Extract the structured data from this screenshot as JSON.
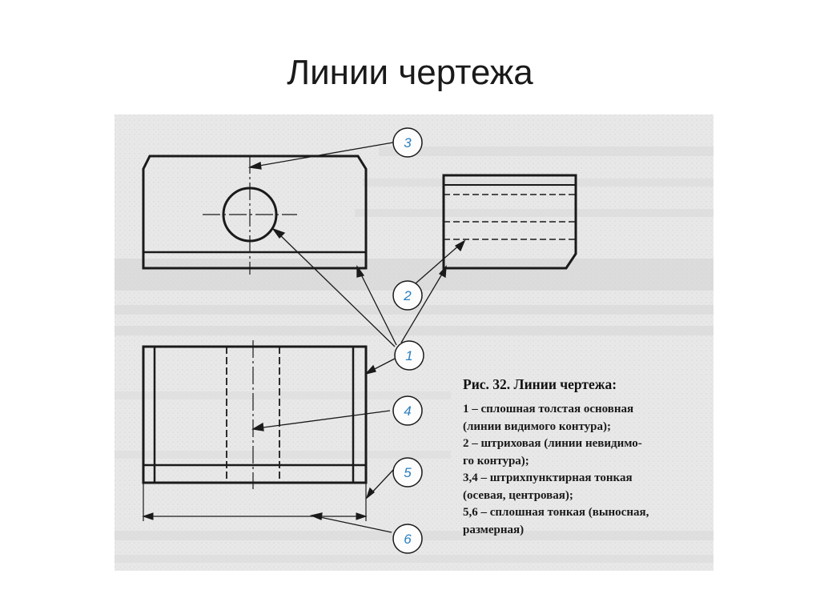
{
  "slide": {
    "title": "Линии чертежа"
  },
  "figure": {
    "caption_title": "Рис. 32. Линии чертежа:",
    "caption_lines": [
      "1 – сплошная толстая основная",
      "(линии видимого контура);",
      "2 – штриховая (линии невидимо-",
      "го контура);",
      "3,4 – штрихпунктирная тонкая",
      "(осевая, центровая);",
      "5,6 – сплошная тонкая (выносная,",
      "размерная)"
    ],
    "labels": [
      "1",
      "2",
      "3",
      "4",
      "5",
      "6"
    ],
    "colors": {
      "label_ring": "#2a7fc0",
      "line": "#1a1a1a",
      "paper": "#e9e9e9"
    }
  }
}
